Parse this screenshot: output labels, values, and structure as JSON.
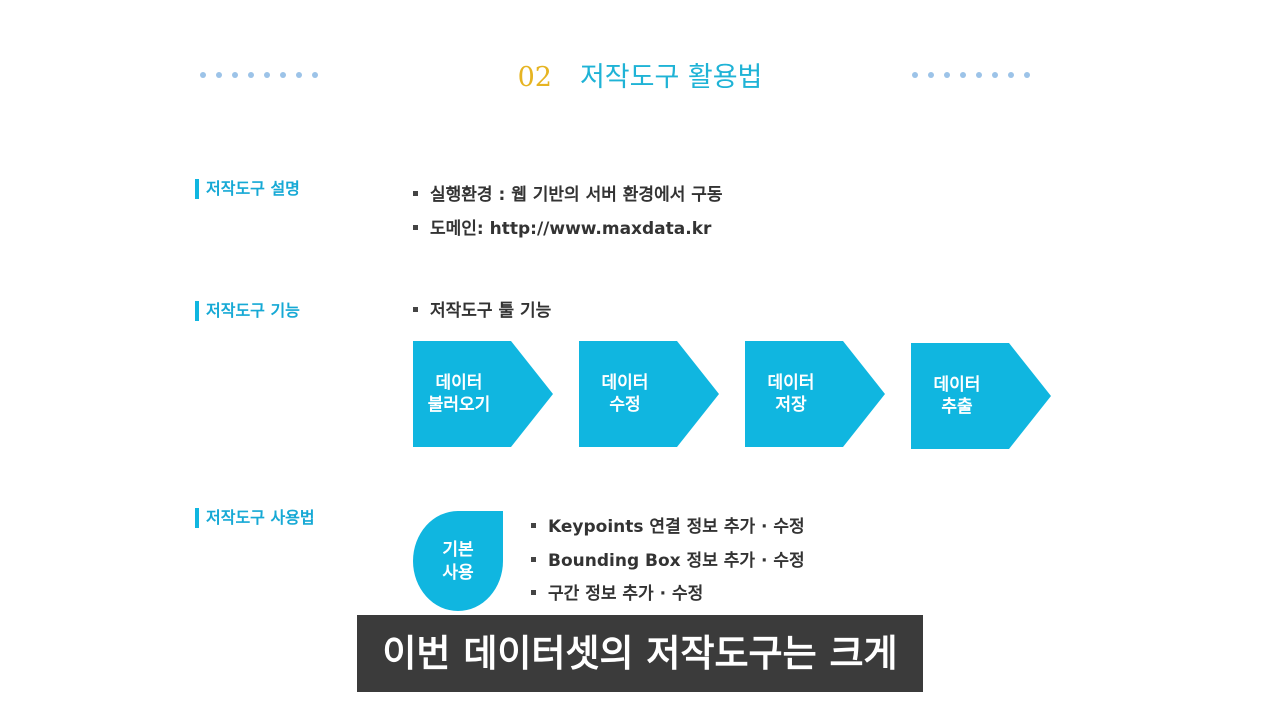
{
  "header": {
    "number": "02",
    "title": "저작도구 활용법"
  },
  "sections": {
    "description": {
      "label": "저작도구 설명",
      "bullets": [
        "실행환경 : 웹 기반의 서버 환경에서 구동",
        "도메인: http://www.maxdata.kr"
      ]
    },
    "functions": {
      "label": "저작도구 기능",
      "bullet": "저작도구 툴 기능",
      "steps": [
        {
          "line1": "데이터",
          "line2": "불러오기"
        },
        {
          "line1": "데이터",
          "line2": "수정"
        },
        {
          "line1": "데이터",
          "line2": "저장"
        },
        {
          "line1": "데이터",
          "line2": "추출"
        }
      ]
    },
    "usage": {
      "label": "저작도구 사용법",
      "badge": {
        "line1": "기본",
        "line2": "사용"
      },
      "bullets": [
        "Keypoints 연결 정보 추가 · 수정",
        "Bounding Box 정보 추가 · 수정",
        "구간 정보 추가 · 수정"
      ]
    }
  },
  "subtitle": "이번 데이터셋의 저작도구는 크게",
  "colors": {
    "accent": "#10b6e0",
    "title_number": "#e6b422",
    "dots": "#9cc3e8",
    "subtitle_bg": "#3b3b3b"
  }
}
